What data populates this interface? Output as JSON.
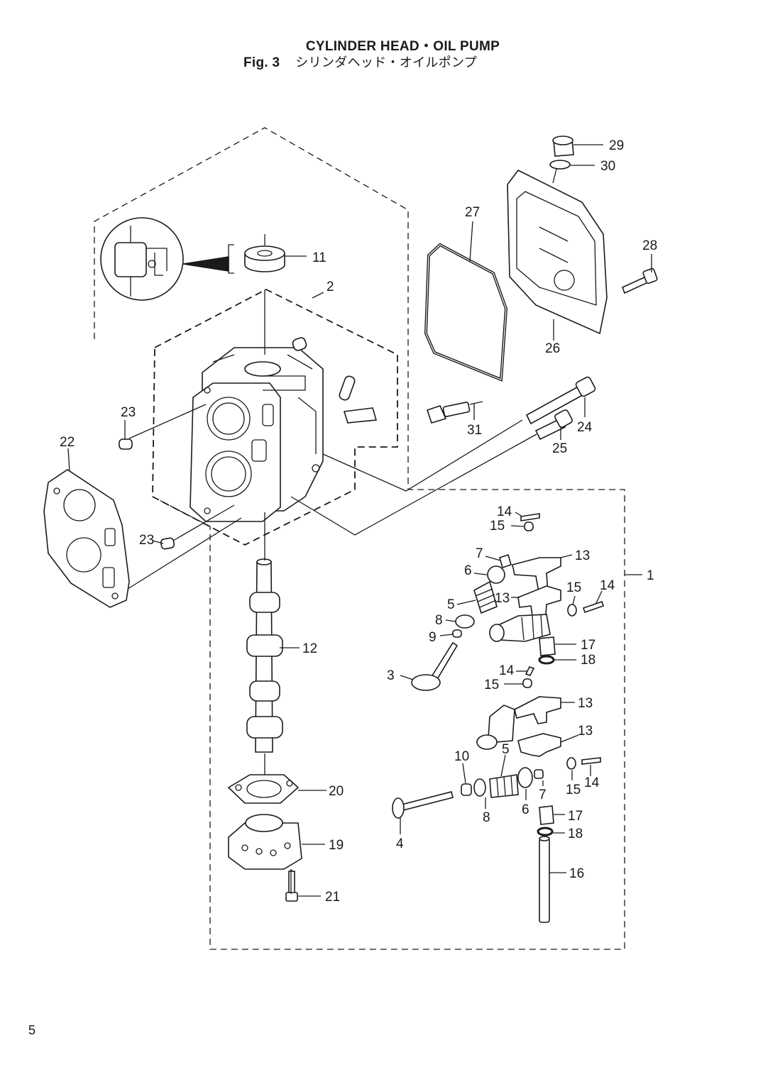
{
  "header": {
    "title_en": "CYLINDER HEAD・OIL PUMP",
    "fig_label": "Fig. 3",
    "title_jp": "シリンダヘッド・オイルポンプ"
  },
  "page_number": "5",
  "callouts": {
    "c1": "1",
    "c2": "2",
    "c3": "3",
    "c4": "4",
    "c5a": "5",
    "c5b": "5",
    "c6a": "6",
    "c6b": "6",
    "c7a": "7",
    "c7b": "7",
    "c8a": "8",
    "c8b": "8",
    "c9": "9",
    "c10": "10",
    "c11": "11",
    "c12": "12",
    "c13a": "13",
    "c13b": "13",
    "c13c": "13",
    "c13d": "13",
    "c14a": "14",
    "c14b": "14",
    "c14c": "14",
    "c14d": "14",
    "c15a": "15",
    "c15b": "15",
    "c15c": "15",
    "c15d": "15",
    "c16": "16",
    "c17a": "17",
    "c17b": "17",
    "c18a": "18",
    "c18b": "18",
    "c19": "19",
    "c20": "20",
    "c21": "21",
    "c22": "22",
    "c23a": "23",
    "c23b": "23",
    "c24": "24",
    "c25": "25",
    "c26": "26",
    "c27": "27",
    "c28": "28",
    "c29": "29",
    "c30": "30",
    "c31": "31"
  }
}
